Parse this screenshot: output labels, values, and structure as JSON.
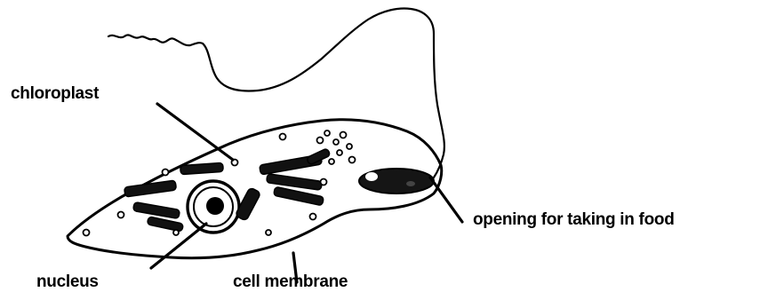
{
  "diagram": {
    "labels": {
      "chloroplast": "chloroplast",
      "nucleus": "nucleus",
      "cell_membrane": "cell membrane",
      "opening": "opening for taking in food"
    }
  }
}
